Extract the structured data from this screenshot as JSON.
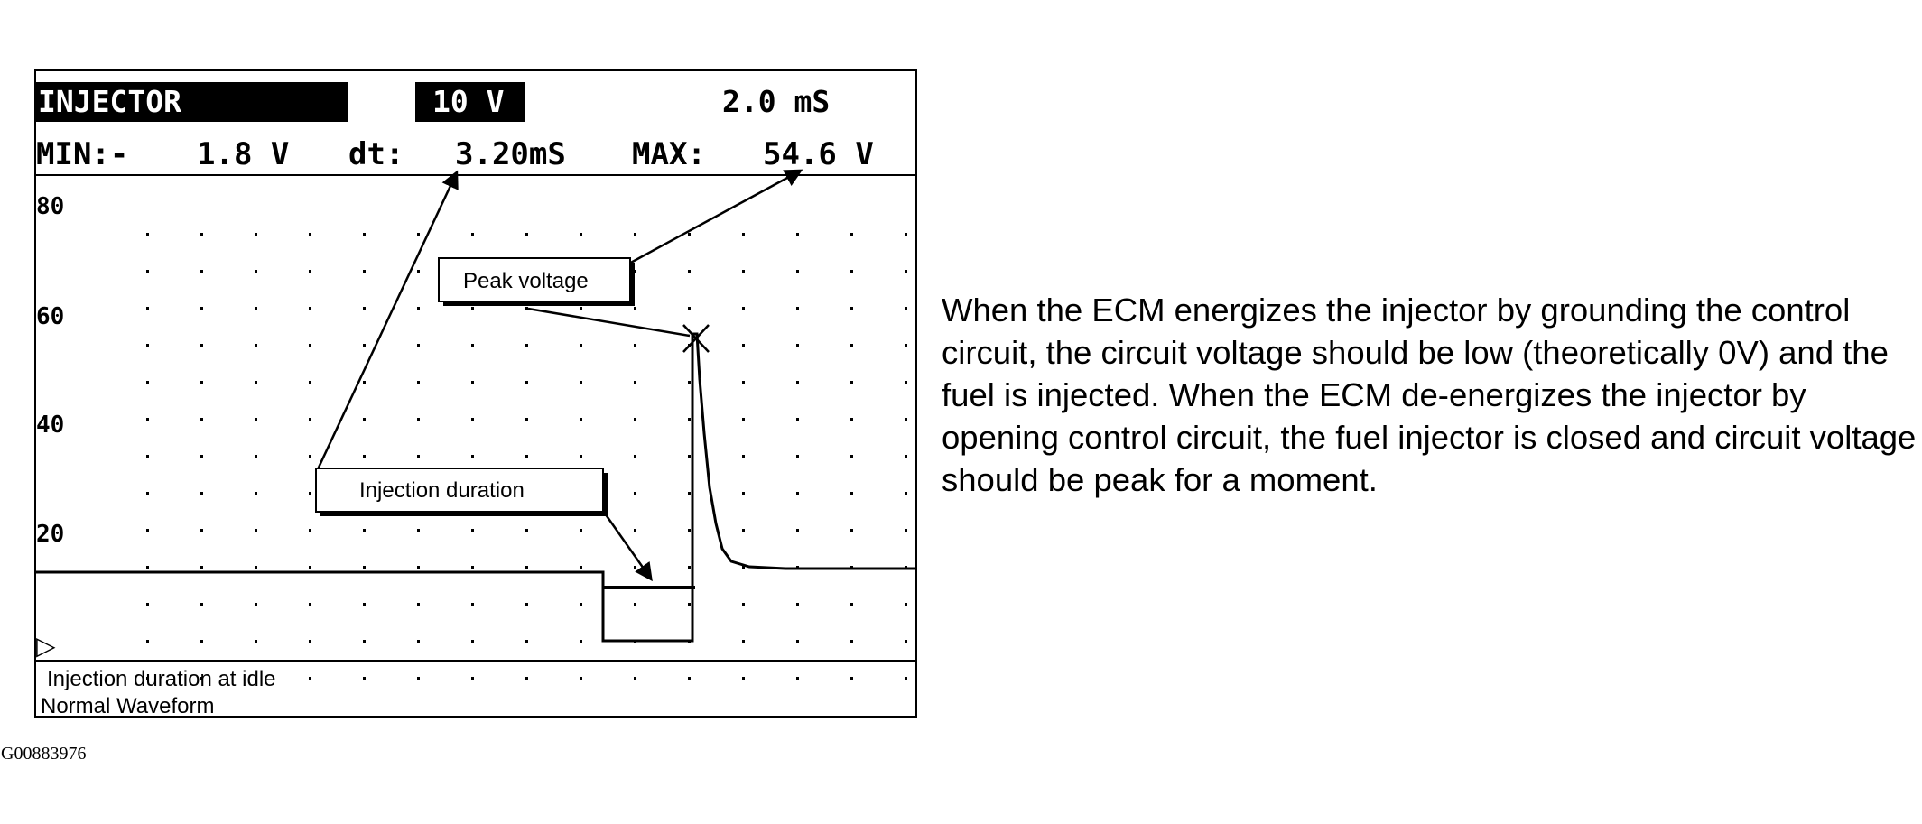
{
  "scope": {
    "channel_label": "INJECTOR",
    "volts_per_div": "10 V",
    "time_per_div": "2.0 mS",
    "min_label": "MIN:-",
    "min_value": "1.8 V",
    "dt_label": "dt:",
    "dt_value": "3.20mS",
    "max_label": "MAX:",
    "max_value": "54.6 V",
    "y_ticks": [
      "80",
      "60",
      "40",
      "20"
    ],
    "trigger_marker": "▷",
    "caption_line1": "Injection duration at idle",
    "caption_line2": "Normal Waveform"
  },
  "callouts": {
    "peak_voltage": "Peak voltage",
    "injection_duration": "Injection duration"
  },
  "description": "When the ECM energizes the injector by grounding the control circuit, the circuit voltage should be low (theoretically 0V) and the fuel is injected. When the ECM de-energizes the injector by opening control circuit, the fuel injector is closed and circuit voltage should be peak for a moment.",
  "figure_id": "G00883976",
  "colors": {
    "ink": "#000000",
    "paper": "#ffffff"
  }
}
